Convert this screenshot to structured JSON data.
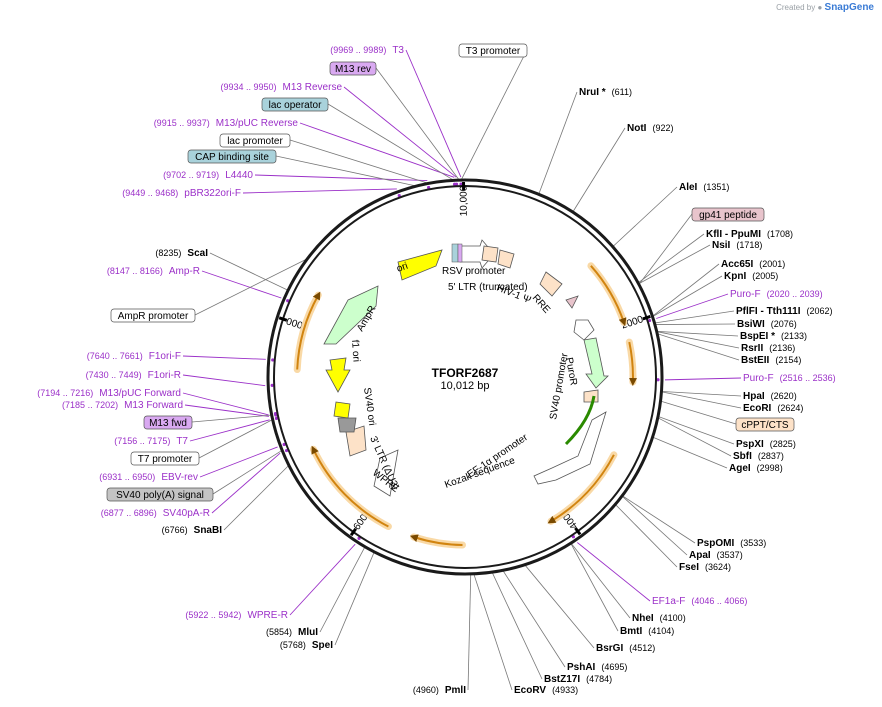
{
  "credit": {
    "prefix": "Created by",
    "brand": "SnapGene"
  },
  "plasmid": {
    "name": "TFORF2687",
    "size": "10,012 bp",
    "length": 10012
  },
  "ticks": [
    {
      "bp": 2000,
      "label": "2000"
    },
    {
      "bp": 4000,
      "label": "4000"
    },
    {
      "bp": 6000,
      "label": "6000"
    },
    {
      "bp": 8000,
      "label": "8000"
    },
    {
      "bp": 10000,
      "label": "10,000"
    }
  ],
  "enzymes": [
    {
      "name": "NruI *",
      "pos": "(611)",
      "bp": 611
    },
    {
      "name": "NotI",
      "pos": "(922)",
      "bp": 922
    },
    {
      "name": "AleI",
      "pos": "(1351)",
      "bp": 1351
    },
    {
      "name": "KflI",
      "extra": "PpuMI",
      "pos": "(1708)",
      "bp": 1708
    },
    {
      "name": "NsiI",
      "pos": "(1718)",
      "bp": 1718
    },
    {
      "name": "Acc65I",
      "pos": "(2001)",
      "bp": 2001
    },
    {
      "name": "KpnI",
      "pos": "(2005)",
      "bp": 2005
    },
    {
      "name": "PflFI",
      "extra": "Tth111I",
      "pos": "(2062)",
      "bp": 2062
    },
    {
      "name": "BsiWI",
      "pos": "(2076)",
      "bp": 2076
    },
    {
      "name": "BspEI *",
      "pos": "(2133)",
      "bp": 2133
    },
    {
      "name": "RsrII",
      "pos": "(2136)",
      "bp": 2136
    },
    {
      "name": "BstEII",
      "pos": "(2154)",
      "bp": 2154
    },
    {
      "name": "HpaI",
      "pos": "(2620)",
      "bp": 2620
    },
    {
      "name": "EcoRI",
      "pos": "(2624)",
      "bp": 2624
    },
    {
      "name": "PspXI",
      "pos": "(2825)",
      "bp": 2825
    },
    {
      "name": "SbfI",
      "pos": "(2837)",
      "bp": 2837
    },
    {
      "name": "AgeI",
      "pos": "(2998)",
      "bp": 2998
    },
    {
      "name": "PspOMI",
      "pos": "(3533)",
      "bp": 3533
    },
    {
      "name": "ApaI",
      "pos": "(3537)",
      "bp": 3537
    },
    {
      "name": "FseI",
      "pos": "(3624)",
      "bp": 3624
    },
    {
      "name": "NheI",
      "pos": "(4100)",
      "bp": 4100
    },
    {
      "name": "BmtI",
      "pos": "(4104)",
      "bp": 4104
    },
    {
      "name": "BsrGI",
      "pos": "(4512)",
      "bp": 4512
    },
    {
      "name": "PshAI",
      "pos": "(4695)",
      "bp": 4695
    },
    {
      "name": "BstZ17I",
      "pos": "(4784)",
      "bp": 4784
    },
    {
      "name": "EcoRV",
      "pos": "(4933)",
      "bp": 4933
    },
    {
      "name": "PmlI",
      "pos": "(4960)",
      "bp": 4960
    },
    {
      "name": "SpeI",
      "pos": "(5768)",
      "bp": 5768
    },
    {
      "name": "MluI",
      "pos": "(5854)",
      "bp": 5854
    },
    {
      "name": "SnaBI",
      "pos": "(6766)",
      "bp": 6766
    },
    {
      "name": "ScaI",
      "pos": "(8235)",
      "bp": 8235
    }
  ],
  "primers": [
    {
      "name": "Puro-F",
      "pos": "(2020 .. 2039)",
      "bp": 2030
    },
    {
      "name": "Puro-F",
      "pos": "(2516 .. 2536)",
      "bp": 2526
    },
    {
      "name": "EF1a-F",
      "pos": "(4046 .. 4066)",
      "bp": 4056
    },
    {
      "name": "WPRE-R",
      "pos": "(5922 .. 5942)",
      "bp": 5932
    },
    {
      "name": "SV40pA-R",
      "pos": "(6877 .. 6896)",
      "bp": 6886
    },
    {
      "name": "EBV-rev",
      "pos": "(6931 .. 6950)",
      "bp": 6940
    },
    {
      "name": "T7",
      "pos": "(7156 .. 7175)",
      "bp": 7165
    },
    {
      "name": "M13 Forward",
      "pos": "(7185 .. 7202)",
      "bp": 7193
    },
    {
      "name": "M13/pUC Forward",
      "pos": "(7194 .. 7216)",
      "bp": 7205
    },
    {
      "name": "F1ori-R",
      "pos": "(7430 .. 7449)",
      "bp": 7440
    },
    {
      "name": "F1ori-F",
      "pos": "(7640 .. 7661)",
      "bp": 7650
    },
    {
      "name": "Amp-R",
      "pos": "(8147 .. 8166)",
      "bp": 8156
    },
    {
      "name": "pBR322ori-F",
      "pos": "(9449 .. 9468)",
      "bp": 9458
    },
    {
      "name": "L4440",
      "pos": "(9702 .. 9719)",
      "bp": 9710
    },
    {
      "name": "M13/pUC Reverse",
      "pos": "(9915 .. 9937)",
      "bp": 9926
    },
    {
      "name": "M13 Reverse",
      "pos": "(9934 .. 9950)",
      "bp": 9942
    },
    {
      "name": "T3",
      "pos": "(9969 .. 9989)",
      "bp": 9979
    }
  ],
  "boxed_features": [
    {
      "name": "gp41 peptide",
      "style": "pink"
    },
    {
      "name": "cPPT/CTS",
      "style": "peach"
    },
    {
      "name": "M13 fwd",
      "style": "violet"
    },
    {
      "name": "T7 promoter",
      "style": "plain"
    },
    {
      "name": "SV40 poly(A) signal",
      "style": "gray"
    },
    {
      "name": "AmpR promoter",
      "style": "plain"
    },
    {
      "name": "CAP binding site",
      "style": "teal"
    },
    {
      "name": "lac promoter",
      "style": "plain"
    },
    {
      "name": "lac operator",
      "style": "teal"
    },
    {
      "name": "M13 rev",
      "style": "violet"
    },
    {
      "name": "T3 promoter",
      "style": "plain"
    }
  ],
  "inner_labels": [
    "RSV promoter",
    "5' LTR (truncated)",
    "HIV-1 Ψ",
    "RRE",
    "PuroR",
    "SV40 promoter",
    "EF-1α promoter",
    "Kozak sequence",
    "WPRE",
    "3' LTR (ΔU3)",
    "SV40 ori",
    "f1 ori",
    "AmpR",
    "ori"
  ],
  "colors": {
    "primer": "#9b30c8",
    "enzyme": "#000000",
    "backbone": "#1a1a1a",
    "orf_arc": "#d18410",
    "orf_glow": "#f9d9a6",
    "pink": "#e8c4cc",
    "peach": "#fde2c8",
    "violet": "#d9a9f1",
    "teal": "#a9d2db",
    "gray": "#c4c4c4",
    "yellow": "#ffff00",
    "green": "#ccffcc"
  }
}
